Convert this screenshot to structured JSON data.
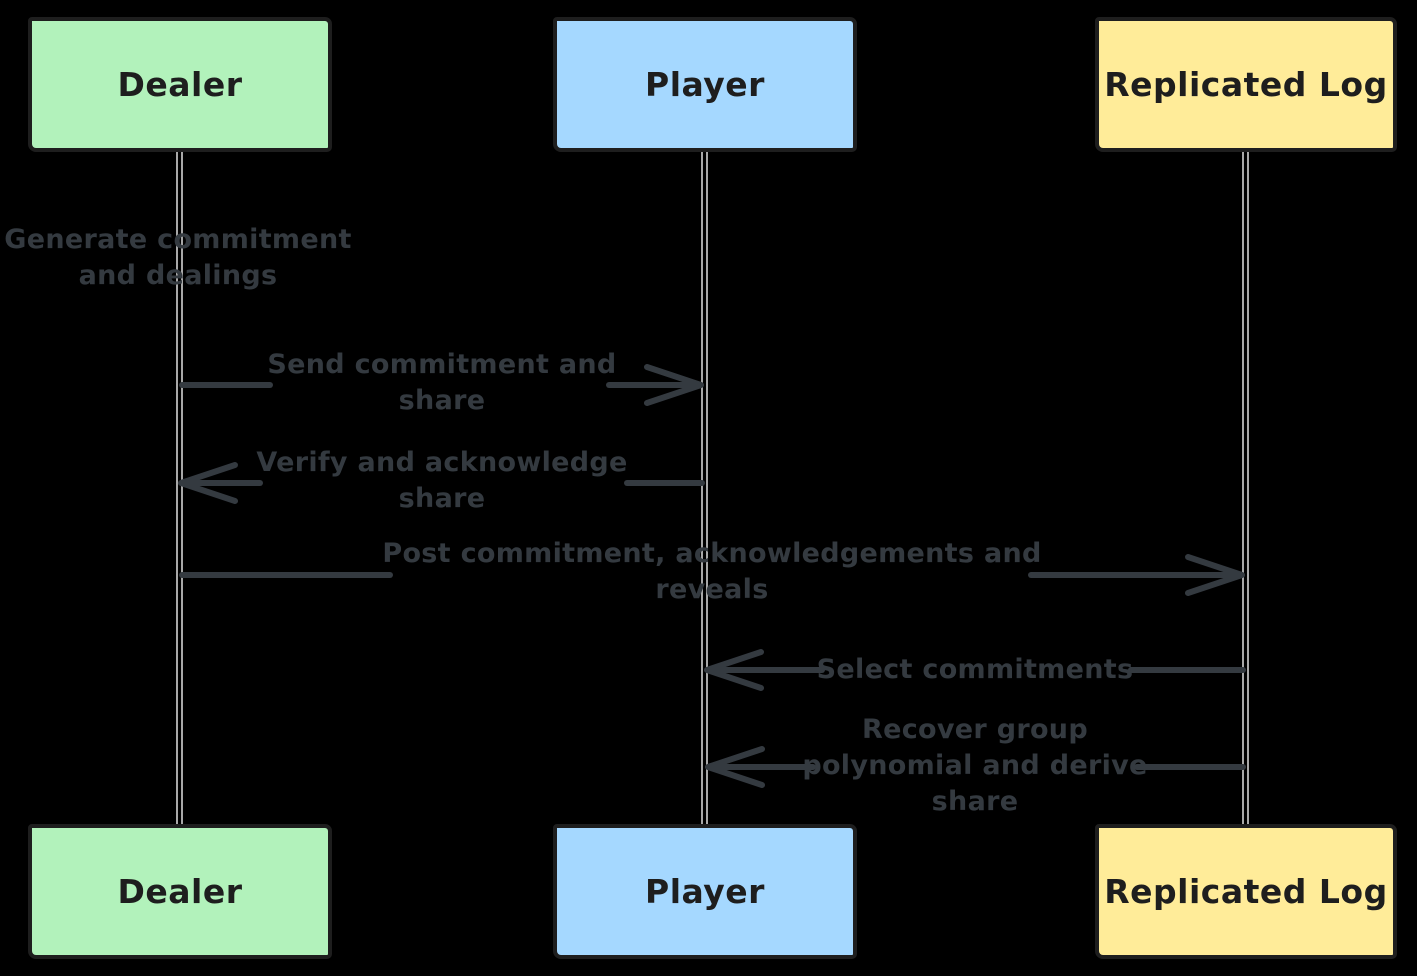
{
  "canvas": {
    "background": "#000000"
  },
  "actors": [
    {
      "id": "dealer",
      "label": "Dealer",
      "fill": "#b2f2bb"
    },
    {
      "id": "player",
      "label": "Player",
      "fill": "#a5d8ff"
    },
    {
      "id": "replicated_log",
      "label": "Replicated Log",
      "fill": "#ffec99"
    }
  ],
  "self_note": {
    "actor": "dealer",
    "text": "Generate commitment\nand dealings"
  },
  "messages": [
    {
      "from": "dealer",
      "to": "player",
      "direction": "right",
      "label": "Send commitment and\nshare"
    },
    {
      "from": "player",
      "to": "dealer",
      "direction": "left",
      "label": "Verify and acknowledge\nshare"
    },
    {
      "from": "dealer",
      "to": "replicated_log",
      "direction": "right",
      "label": "Post commitment, acknowledgements and\nreveals"
    },
    {
      "from": "replicated_log",
      "to": "player",
      "direction": "left",
      "label": "Select commitments"
    },
    {
      "from": "replicated_log",
      "to": "player",
      "direction": "left",
      "label": "Recover group\npolynomial and derive\nshare"
    }
  ],
  "style": {
    "stroke_color": "#343a40",
    "box_border_color": "#1e1e1e",
    "box_title_color": "#1e1e1e",
    "lifeline_color": "#a8a8a8",
    "label_color": "#343a40",
    "background_color": "#000000"
  }
}
